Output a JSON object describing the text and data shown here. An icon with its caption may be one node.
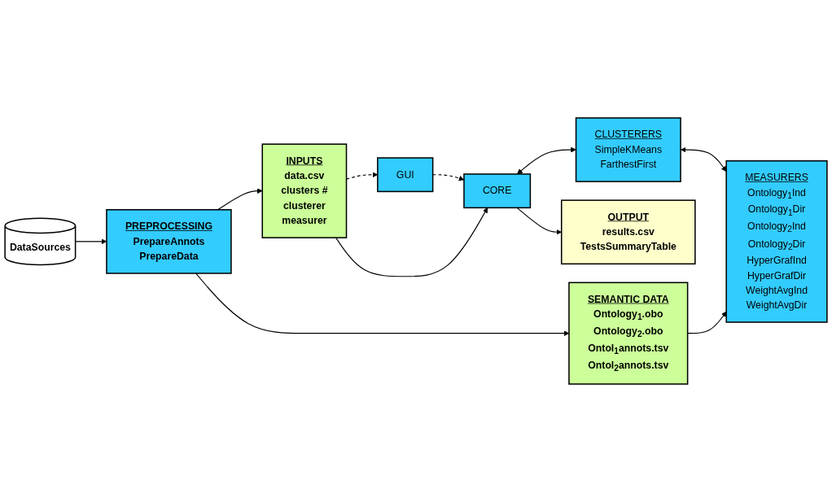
{
  "diagram": {
    "nodes": [
      {
        "text": [
          "PREPROCESSING",
          "PrepareAnnots",
          "PrepareData"
        ]
      },
      {
        "text": [
          "DataSources"
        ]
      },
      {
        "text": [
          "INPUTS",
          "data.csv",
          "clusters #",
          "clusterer",
          "measurer"
        ]
      },
      {
        "text": [
          "GUI"
        ]
      },
      {
        "text": [
          "CORE"
        ]
      },
      {
        "text": [
          "CLUSTERERS",
          "SimpleKMeans",
          "FarthestFirst"
        ]
      },
      {
        "text": [
          "MEASURERS",
          "Ontology$_{1}$Ind",
          "Ontology$_{1}$Dir",
          "Ontology$_{2}$Ind",
          "Ontology$_{2}$Dir",
          "HyperGrafInd",
          "HyperGrafDir",
          "WeightAvgInd",
          "WeightAvgDir"
        ]
      },
      {
        "text": [
          "SEMANTIC DATA",
          "Ontology$_{1}$.obo",
          "Ontology$_{2}$.obo",
          "Ontol$_{1}$annots.tsv",
          "Ontol$_{2}$annots.tsv"
        ]
      },
      {
        "text": [
          "OUTPUT",
          "results.csv",
          "TestsSummaryTable"
        ]
      }
    ],
    "edges": [
      {
        "from": 1,
        "to": 0,
        "arrow": "to"
      },
      {
        "from": 0,
        "to": 2,
        "arrow": "to"
      },
      {
        "from": 0,
        "to": 7,
        "arrow": "to"
      },
      {
        "from": 2,
        "to": 3,
        "arrow": "to",
        "style": "dashed"
      },
      {
        "from": 3,
        "to": 4,
        "arrow": "to",
        "style": "dashed"
      },
      {
        "from": 2,
        "to": 4,
        "arrow": "to"
      },
      {
        "from": 4,
        "to": 5,
        "arrow": "both"
      },
      {
        "from": 5,
        "to": 6,
        "arrow": "both"
      },
      {
        "from": 7,
        "to": 6,
        "arrow": "to"
      },
      {
        "from": 4,
        "to": 8,
        "arrow": "to"
      }
    ]
  }
}
